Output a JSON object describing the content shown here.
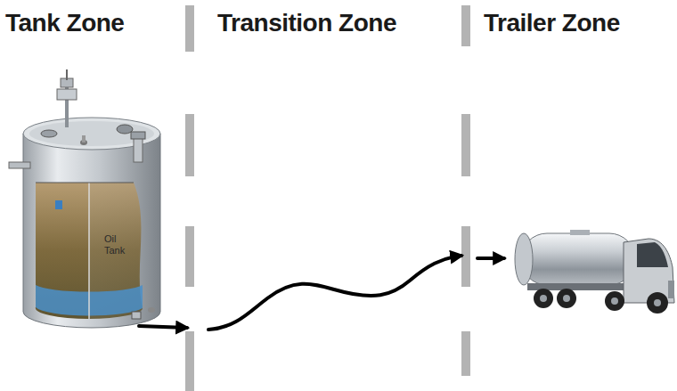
{
  "diagram": {
    "labels": [
      "Tank Zone",
      "Transition Zone",
      "Trailer Zone",
      "Oil Tank"
    ]
  }
}
